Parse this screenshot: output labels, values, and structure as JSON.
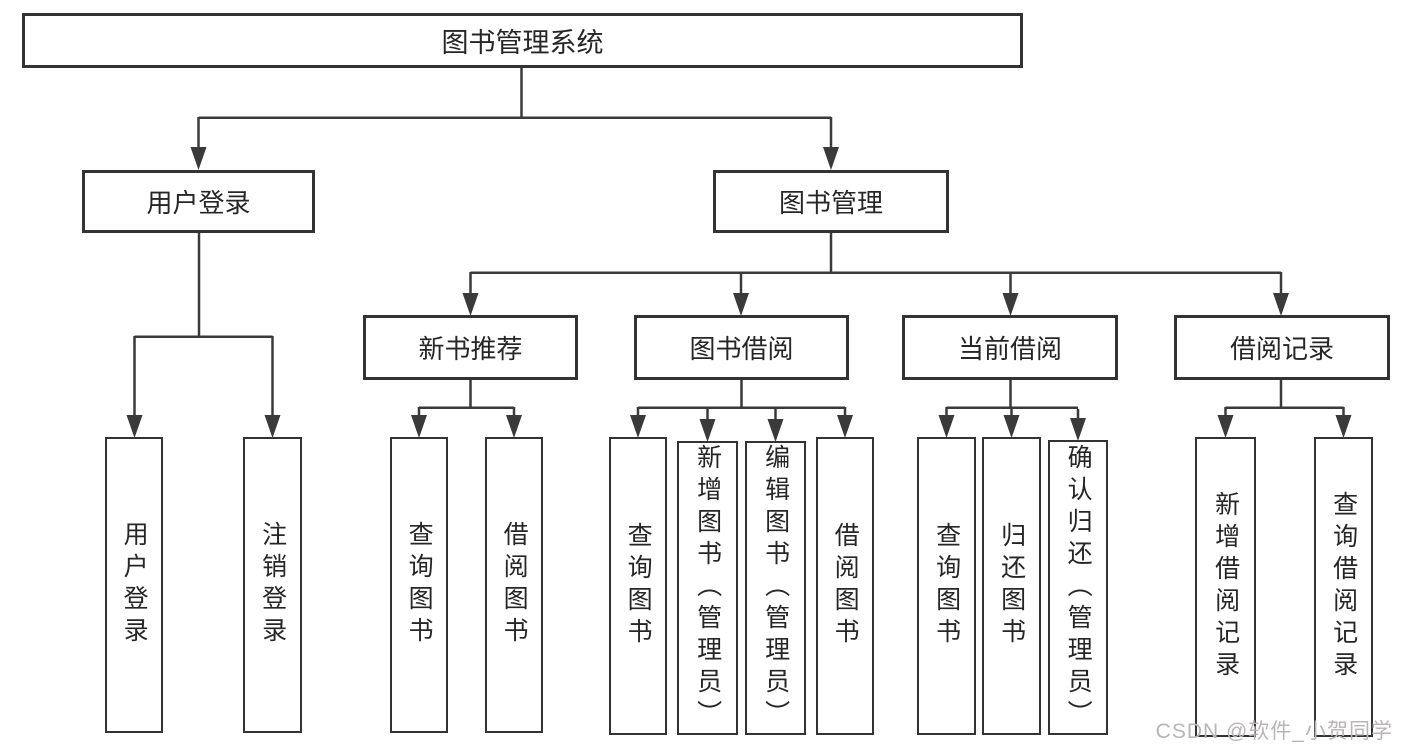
{
  "diagram": {
    "root": "图书管理系统",
    "branches": [
      {
        "label": "用户登录",
        "children": [
          "用户登录",
          "注销登录"
        ]
      },
      {
        "label": "图书管理",
        "children": [
          {
            "label": "新书推荐",
            "children": [
              "查询图书",
              "借阅图书"
            ]
          },
          {
            "label": "图书借阅",
            "children": [
              "查询图书",
              "新增图书（管理员）",
              "编辑图书（管理员）",
              "借阅图书"
            ]
          },
          {
            "label": "当前借阅",
            "children": [
              "查询图书",
              "归还图书",
              "确认归还（管理员）"
            ]
          },
          {
            "label": "借阅记录",
            "children": [
              "新增借阅记录",
              "查询借阅记录"
            ]
          }
        ]
      }
    ]
  },
  "watermark": "CSDN @软件_小贺同学",
  "colors": {
    "line": "#3a3a3a",
    "box_border": "#333333",
    "text": "#262626",
    "watermark": "#b9b5b5",
    "background": "#ffffff"
  }
}
